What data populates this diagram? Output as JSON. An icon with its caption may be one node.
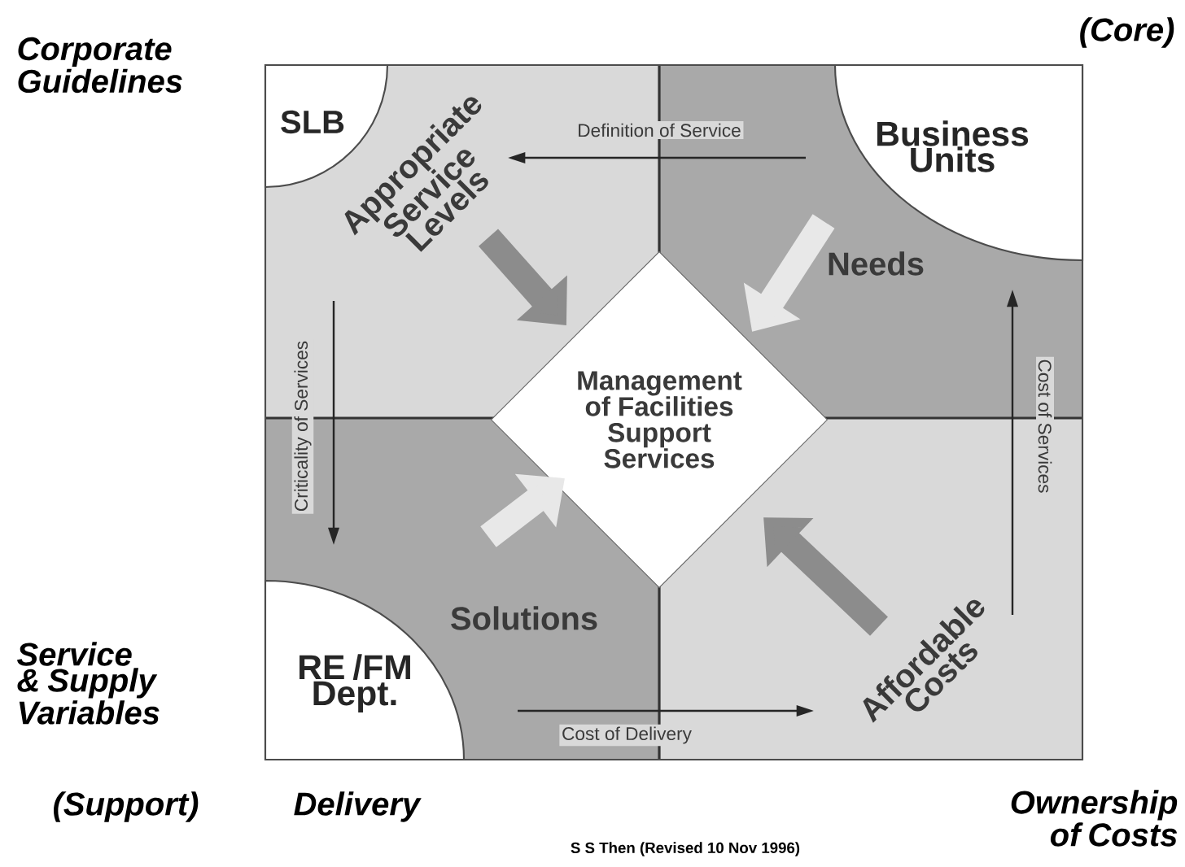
{
  "diagram": {
    "nodes": [
      {
        "text": [
          "SLB"
        ]
      },
      {
        "text": [
          "Business Units"
        ]
      },
      {
        "text": [
          "Management of Facilities Support Services"
        ]
      },
      {
        "text": [
          "RE /FM Dept."
        ]
      },
      {
        "text": [
          "Appropriate Service Levels"
        ]
      },
      {
        "text": [
          "Needs"
        ]
      },
      {
        "text": [
          "Solutions"
        ]
      },
      {
        "text": [
          "Affordable Costs"
        ]
      }
    ],
    "edges": [
      {
        "from": 4,
        "to": 2,
        "arrow": "to",
        "color": "#8c8c8c"
      },
      {
        "from": 5,
        "to": 2,
        "arrow": "to",
        "color": "#e8e8e8"
      },
      {
        "from": 6,
        "to": 2,
        "arrow": "to",
        "color": "#e8e8e8"
      },
      {
        "from": 7,
        "to": 2,
        "arrow": "to",
        "color": "#8c8c8c"
      }
    ],
    "labels": [
      "Corporate Guidelines",
      "(Core)",
      "Definition of Service",
      "Criticality of Services",
      "Cost of Services",
      "Service & Supply Variables",
      "Cost of Delivery",
      "(Support)",
      "Delivery",
      "Ownership of Costs",
      "S S Then (Revised 10 Nov 1996)"
    ]
  }
}
